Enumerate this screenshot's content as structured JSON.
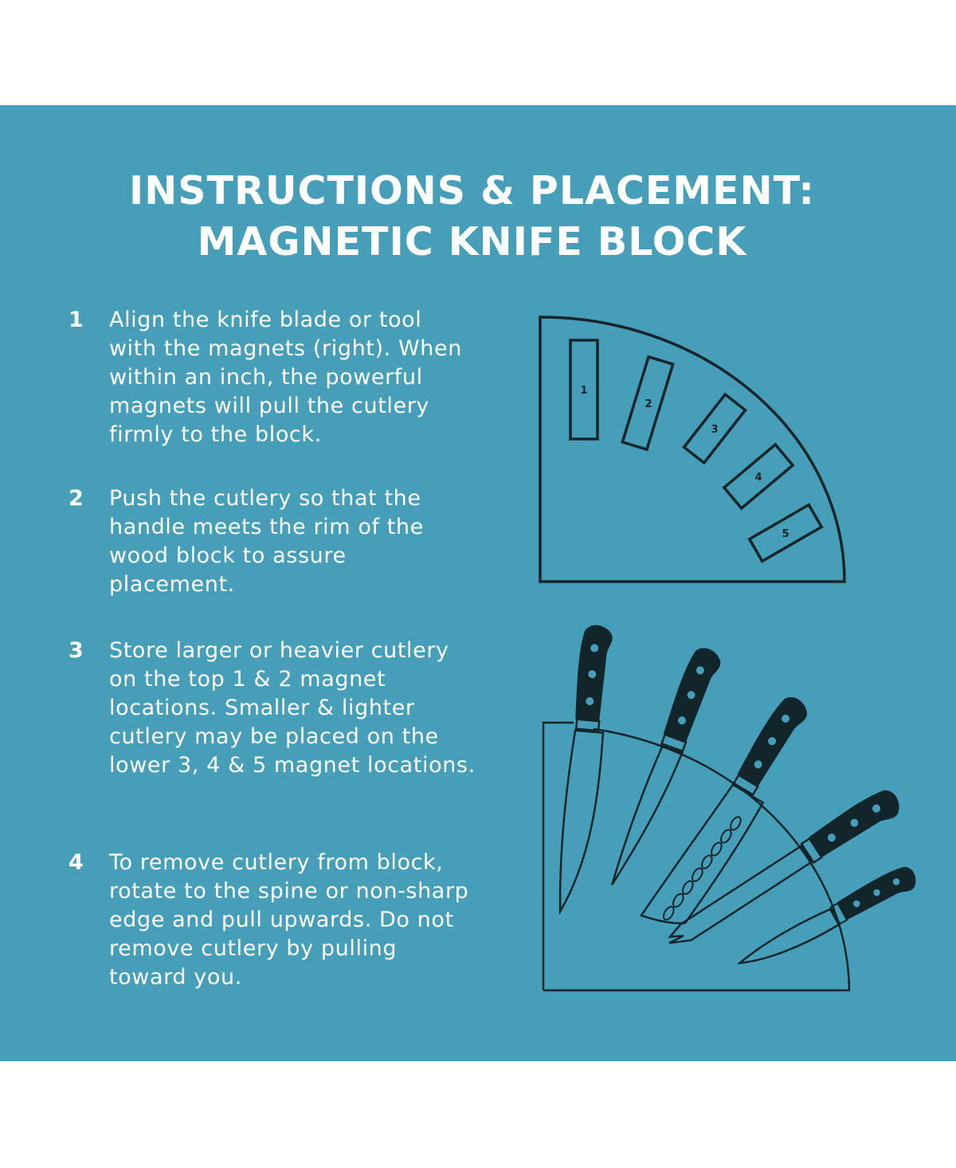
{
  "title": {
    "line1": "INSTRUCTIONS & PLACEMENT:",
    "line2": "MAGNETIC KNIFE BLOCK"
  },
  "steps": [
    {
      "number": "1",
      "text": "Align the knife blade or tool with the magnets (right). When within an inch, the powerful magnets will pull the cutlery firmly to the block."
    },
    {
      "number": "2",
      "text": "Push the cutlery so that the handle meets the rim of the wood block to assure placement."
    },
    {
      "number": "3",
      "text": "Store larger or heavier cutlery on the top 1 & 2 magnet locations. Smaller & lighter cutlery may be placed on the lower 3, 4 & 5 magnet locations."
    },
    {
      "number": "4",
      "text": "To remove cutlery from block, rotate to the spine or non-sharp edge and pull upwards. Do not remove cutlery by pulling toward you."
    }
  ],
  "diagram": {
    "slots": [
      "1",
      "2",
      "3",
      "4",
      "5"
    ]
  },
  "colors": {
    "background": "#469eb9",
    "ink": "#12252b",
    "text": "#ffffff"
  }
}
